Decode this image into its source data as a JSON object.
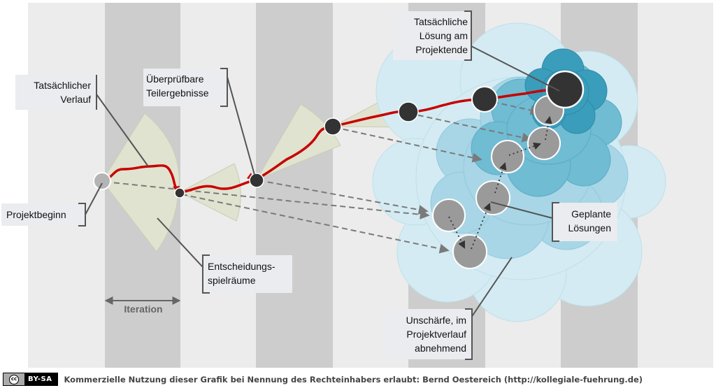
{
  "labels": {
    "actual_path": [
      "Tatsächlicher",
      "Verlauf"
    ],
    "verifiable": [
      "Überprüfbare",
      "Teilergebnisse"
    ],
    "actual_solution": [
      "Tatsächliche",
      "Lösung am",
      "Projektende"
    ],
    "project_start": [
      "Projektbeginn"
    ],
    "decision_space": [
      "Entscheidungs-",
      "spielräume"
    ],
    "planned": [
      "Geplante",
      "Lösungen"
    ],
    "uncertainty": [
      "Unschärfe, im",
      "Projektverlauf",
      "abnehmend"
    ],
    "iteration": "Iteration"
  },
  "footer": {
    "license": "BY-SA",
    "license_icon": "cc-icon",
    "note": "Kommerzielle Nutzung dieser Grafik bei Nennung des Rechteinhabers erlaubt: Bernd Oestereich (http://kollegiale-fuehrung.de)"
  },
  "colors": {
    "stripe_dark": "#cdcdcd",
    "stripe_light": "#ececec",
    "cone": "#dfe3cf",
    "path_red": "#c80000",
    "node_dark": "#333333",
    "planned_grey": "#9a9a9a",
    "cloud_1": "#d4ebf3",
    "cloud_2": "#a8d6e6",
    "cloud_3": "#6fbcd3",
    "cloud_4": "#3a9dbb"
  }
}
